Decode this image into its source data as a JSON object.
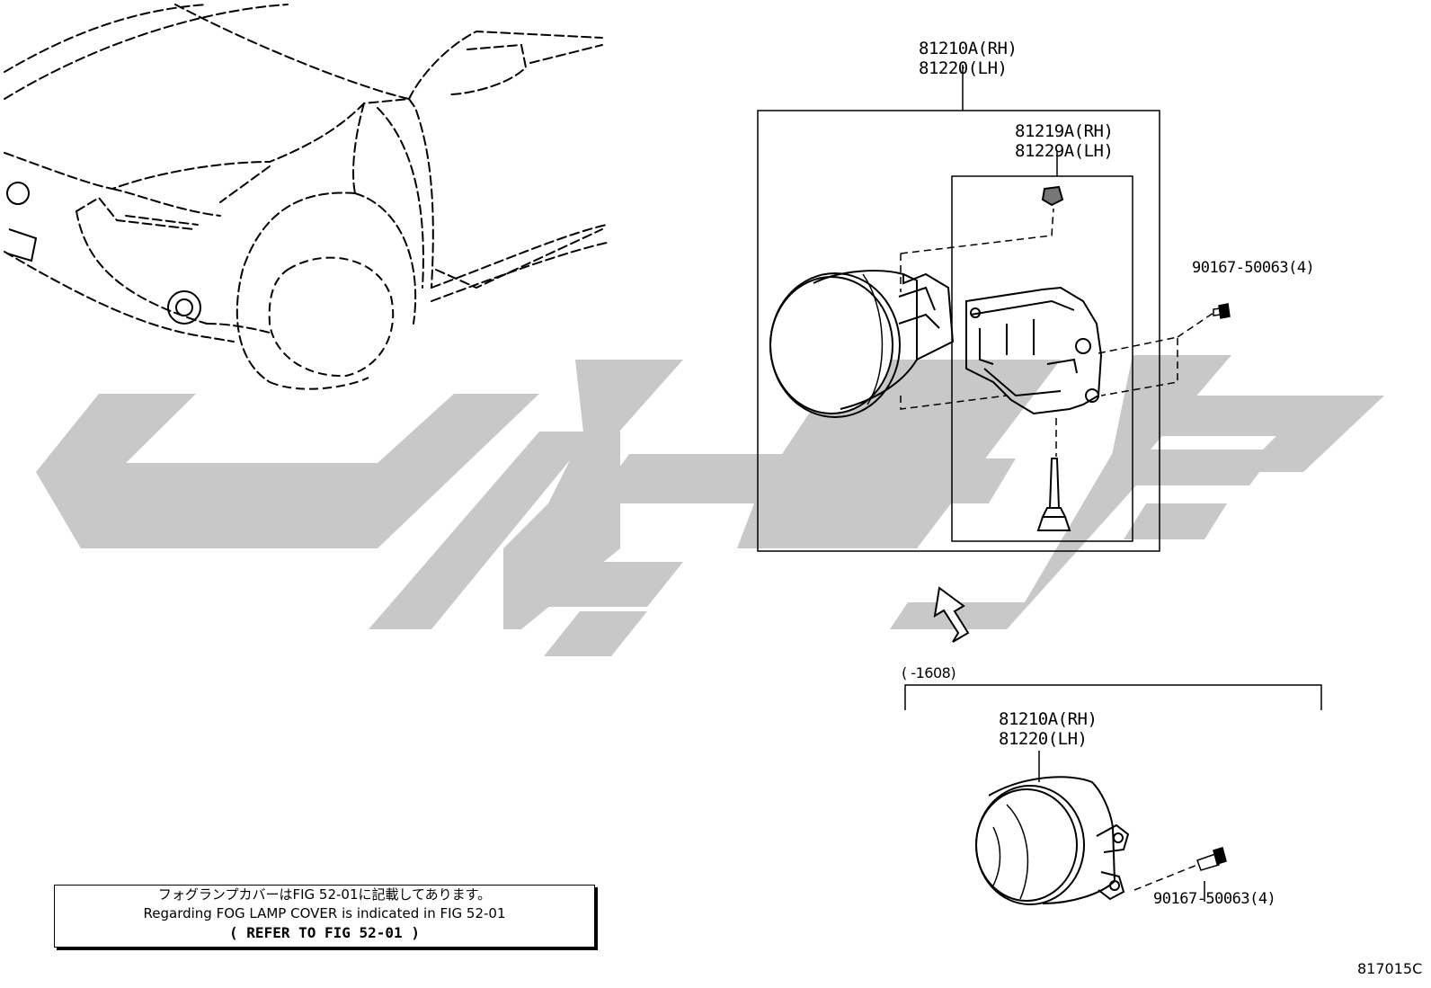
{
  "watermark": {
    "color": "#c8c8c8"
  },
  "callouts": {
    "assy_top": {
      "rh": "81210A(RH)",
      "lh": "81220(LH)"
    },
    "bracket": {
      "rh": "81219A(RH)",
      "lh": "81229A(LH)"
    },
    "screw_top": "90167-50063(4)",
    "date_range": "(    -1608)",
    "assy_bottom": {
      "rh": "81210A(RH)",
      "lh": "81220(LH)"
    },
    "screw_bottom": "90167-50063(4)"
  },
  "note": {
    "jp": "フォグランプカバーはFIG 52-01に記載してあります。",
    "en": "Regarding FOG LAMP COVER is indicated in FIG 52-01",
    "refer": "(   REFER TO FIG 52-01   )"
  },
  "figure_code": "817015C"
}
